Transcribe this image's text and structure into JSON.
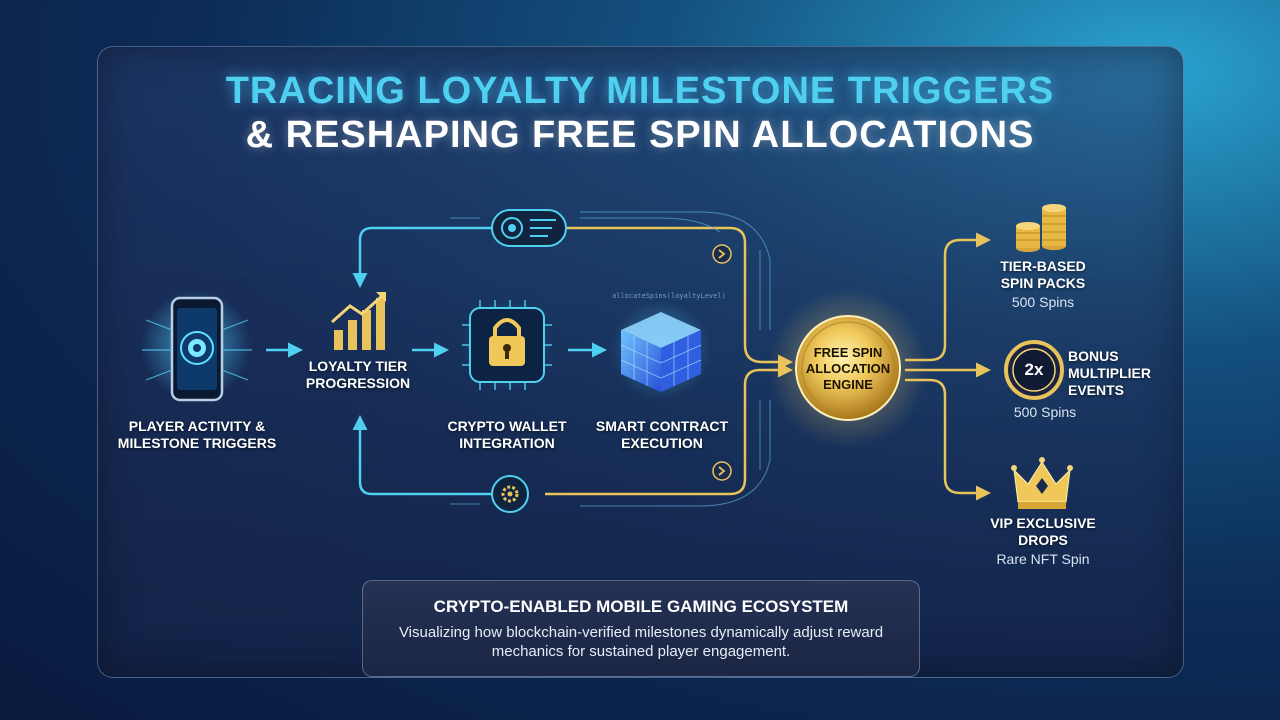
{
  "title": {
    "line1": "TRACING LOYALTY MILESTONE TRIGGERS",
    "line2": "& RESHAPING FREE SPIN ALLOCATIONS"
  },
  "nodes": {
    "player": "PLAYER ACTIVITY & MILESTONE TRIGGERS",
    "loyalty": "LOYALTY TIER PROGRESSION",
    "wallet": "CRYPTO WALLET INTEGRATION",
    "contract": "SMART CONTRACT EXECUTION",
    "engine": "FREE SPIN ALLOCATION ENGINE"
  },
  "outputs": [
    {
      "label": "TIER-BASED SPIN PACKS",
      "sub": "500 Spins",
      "icon": "coin-stack-icon"
    },
    {
      "label": "BONUS MULTIPLIER EVENTS",
      "sub": "500 Spins",
      "badge": "2x",
      "icon": "multiplier-badge-icon"
    },
    {
      "label": "VIP EXCLUSIVE DROPS",
      "sub": "Rare NFT Spin",
      "icon": "crown-icon"
    }
  ],
  "code_snippet": "allocateSpins(loyaltyLevel)",
  "caption": {
    "title": "CRYPTO-ENABLED MOBILE GAMING ECOSYSTEM",
    "body": "Visualizing how blockchain-verified milestones dynamically adjust reward mechanics for sustained player engagement."
  },
  "colors": {
    "cyan": "#4fd0f0",
    "gold": "#e8c25a",
    "background": "#0c2a55"
  }
}
